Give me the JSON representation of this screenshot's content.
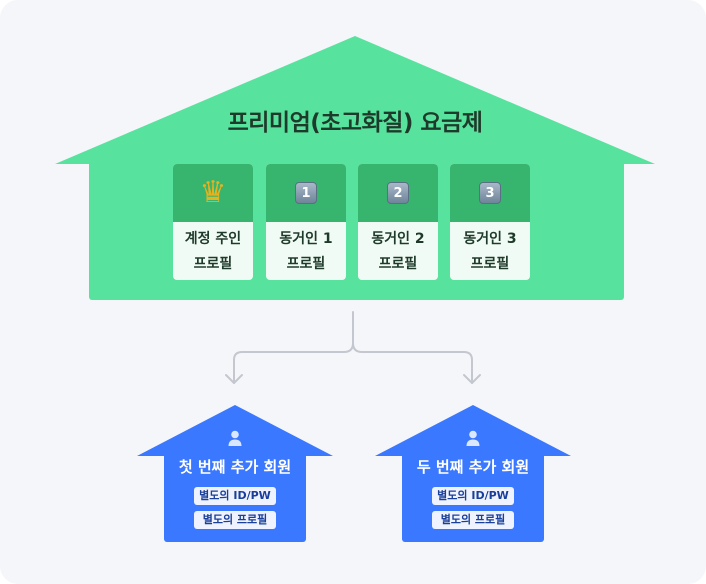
{
  "plan": {
    "title": "프리미엄(초고화질) 요금제",
    "profiles": [
      {
        "icon": "crown-icon",
        "line1": "계정 주인",
        "line2": "프로필"
      },
      {
        "icon": "keycap-1-icon",
        "key": "1",
        "line1": "동거인 1",
        "line2": "프로필"
      },
      {
        "icon": "keycap-2-icon",
        "key": "2",
        "line1": "동거인 2",
        "line2": "프로필"
      },
      {
        "icon": "keycap-3-icon",
        "key": "3",
        "line1": "동거인 3",
        "line2": "프로필"
      }
    ]
  },
  "extra_members": [
    {
      "icon": "person-icon",
      "title": "첫 번째 추가 회원",
      "tags": [
        "별도의 ID/PW",
        "별도의 프로필"
      ]
    },
    {
      "icon": "person-icon",
      "title": "두 번째 추가 회원",
      "tags": [
        "별도의 ID/PW",
        "별도의 프로필"
      ]
    }
  ],
  "colors": {
    "plan_house": "#57e39d",
    "card_header": "#37b56f",
    "card_body": "#f1fbf5",
    "member_house": "#3a78ff",
    "connector": "#c4c7cf",
    "background": "#f5f6fa"
  }
}
